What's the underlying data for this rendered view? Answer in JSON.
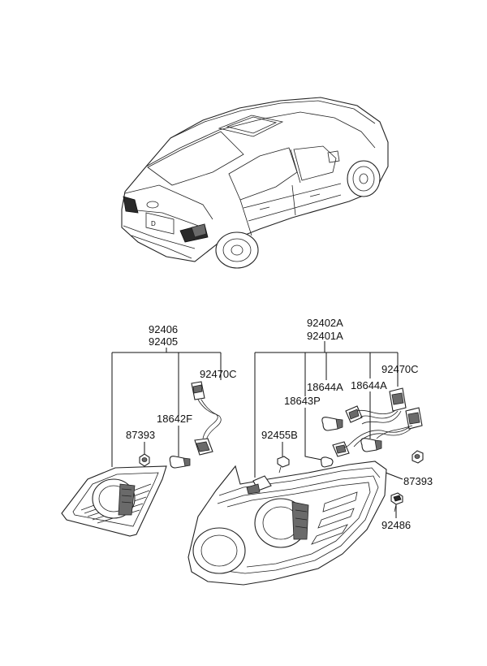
{
  "labels": {
    "p92406": "92406",
    "p92405": "92405",
    "p92470c_left": "92470C",
    "p18642f": "18642F",
    "p87393_left": "87393",
    "p92402a": "92402A",
    "p92401a": "92401A",
    "p92470c_right": "92470C",
    "p18644a_upper": "18644A",
    "p18644a_lower": "18644A",
    "p18643p": "18643P",
    "p92455b": "92455B",
    "p87393_right": "87393",
    "p92486": "92486"
  },
  "icons": {
    "car": "sedan-rear-view-icon",
    "inner_lamp": "inner-tail-lamp-icon",
    "outer_lamp": "outer-tail-lamp-icon",
    "bulb": "bulb-icon",
    "socket": "bulb-socket-icon",
    "harness": "wiring-harness-icon",
    "nut": "nut-icon",
    "screw": "screw-icon"
  }
}
